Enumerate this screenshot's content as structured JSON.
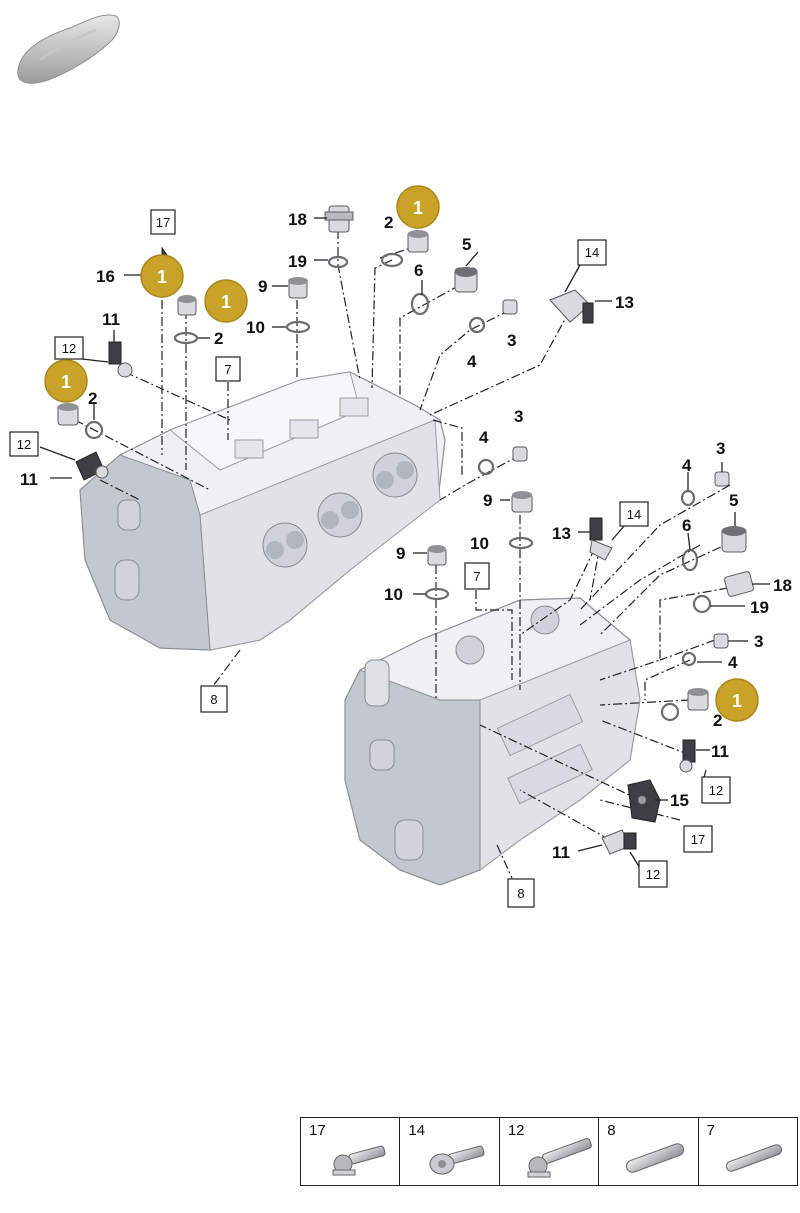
{
  "callouts": {
    "c1a": "1",
    "c1b": "1",
    "c1c": "1",
    "c1d": "1",
    "c1e": "1",
    "c2a": "2",
    "c2b": "2",
    "c2c": "2",
    "c2d": "2",
    "c3a": "3",
    "c3b": "3",
    "c3c": "3",
    "c3d": "3",
    "c4a": "4",
    "c4b": "4",
    "c4c": "4",
    "c4d": "4",
    "c5a": "5",
    "c5b": "5",
    "c6a": "6",
    "c6b": "6",
    "c7a": "7",
    "c7b": "7",
    "c8a": "8",
    "c8b": "8",
    "c9a": "9",
    "c9b": "9",
    "c9c": "9",
    "c10a": "10",
    "c10b": "10",
    "c10c": "10",
    "c11a": "11",
    "c11b": "11",
    "c11c": "11",
    "c11d": "11",
    "c12a": "12",
    "c12b": "12",
    "c12c": "12",
    "c12d": "12",
    "c13a": "13",
    "c13b": "13",
    "c14a": "14",
    "c14b": "14",
    "c15": "15",
    "c16": "16",
    "c17a": "17",
    "c17b": "17",
    "c18a": "18",
    "c18b": "18",
    "c19a": "19",
    "c19b": "19"
  },
  "legend": [
    {
      "label": "17",
      "icon": "flange-bolt-icon"
    },
    {
      "label": "14",
      "icon": "torx-bolt-icon"
    },
    {
      "label": "12",
      "icon": "long-flange-bolt-icon"
    },
    {
      "label": "8",
      "icon": "dowel-pin-icon"
    },
    {
      "label": "7",
      "icon": "short-pin-icon"
    }
  ],
  "colors": {
    "badge": "#c9a227",
    "badge_stroke": "#a8861b",
    "engine_light": "#eef0f3",
    "line": "#222222"
  }
}
